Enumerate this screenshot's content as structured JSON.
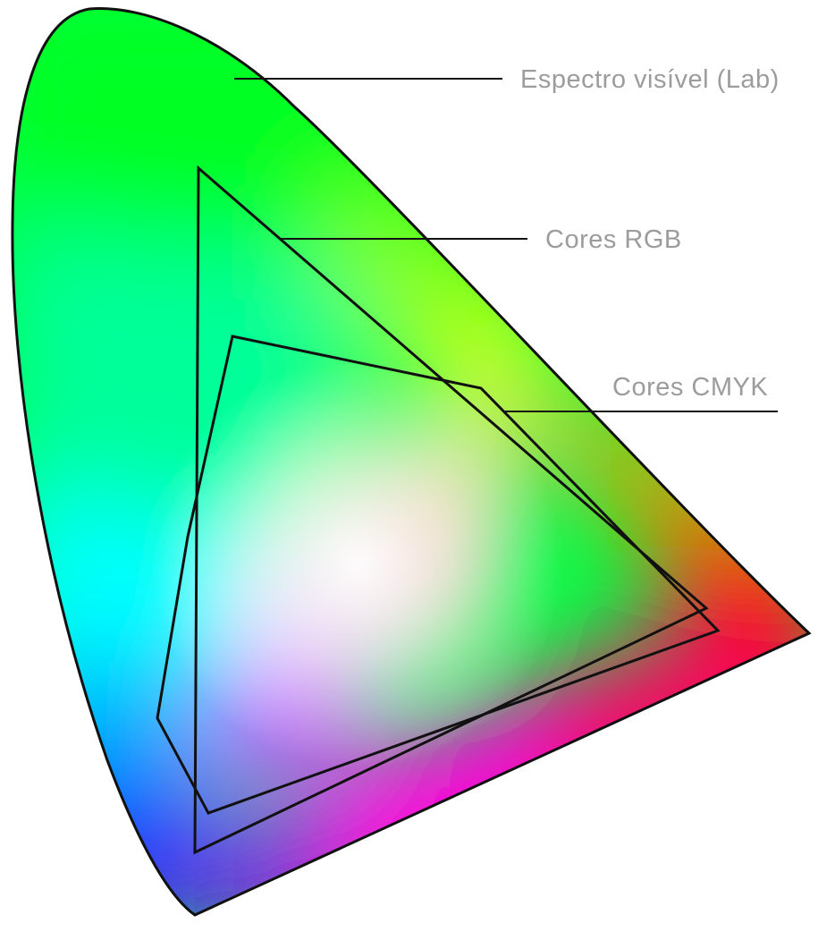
{
  "labels": {
    "visible_spectrum": "Espectro visível (Lab)",
    "rgb": "Cores RGB",
    "cmyk": "Cores CMYK"
  },
  "colors": {
    "label_text": "#9c9c9c",
    "outline": "#111111",
    "green": "#00ff00",
    "cyan": "#00ffff",
    "blue": "#0000ff",
    "violet": "#8800ff",
    "magenta": "#ff00dd",
    "red": "#ff0000",
    "orange": "#ff9900",
    "yellow": "#ffff00",
    "white_point": "#ffffff"
  }
}
